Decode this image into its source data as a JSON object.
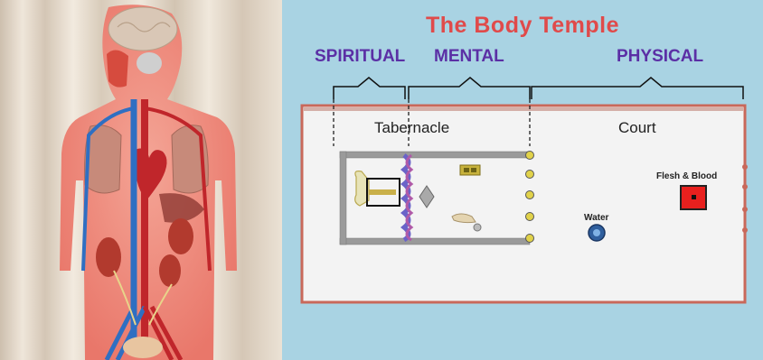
{
  "diagram": {
    "title": "The Body Temple",
    "sections": {
      "spiritual": "SPIRITUAL",
      "mental": "MENTAL",
      "physical": "PHYSICAL"
    },
    "areas": {
      "tabernacle": "Tabernacle",
      "court": "Court"
    },
    "items": {
      "water": "Water",
      "flesh_blood": "Flesh & Blood"
    }
  },
  "colors": {
    "title": "#e04a4a",
    "section_labels": "#5b2fa5",
    "panel_background": "#a9d3e3",
    "court_border": "#c9685a"
  }
}
